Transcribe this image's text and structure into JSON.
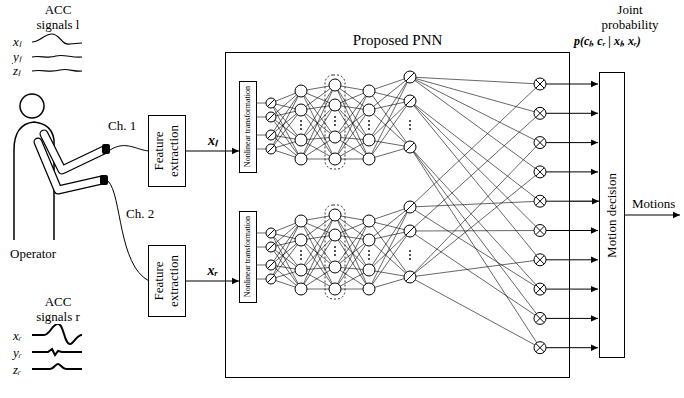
{
  "diagram": {
    "nodes": [
      {
        "text": [
          "Feature extraction"
        ]
      },
      {
        "text": [
          "Feature extraction"
        ]
      },
      {
        "text": [
          "Proposed PNN"
        ]
      },
      {
        "text": [
          "Nonlinear transformation"
        ],
        "in": 2
      },
      {
        "text": [
          "Nonlinear transformation"
        ],
        "in": 2
      },
      {
        "text": [
          "Motion decision"
        ]
      }
    ],
    "edges": [
      {
        "from": 0,
        "to": 3,
        "arrow": "to",
        "label": "xₗ"
      },
      {
        "from": 1,
        "to": 4,
        "arrow": "to",
        "label": "xᵣ"
      },
      {
        "from": 2,
        "to": 5,
        "arrow": "to"
      }
    ],
    "labels": [
      "ACC signals l",
      "xₗ",
      "yₗ",
      "zₗ",
      "Operator",
      "Ch. 1",
      "Ch. 2",
      "ACC signals r",
      "xᵣ",
      "yᵣ",
      "zᵣ",
      "Joint probability",
      "p(cₗ, cᵣ | xₗ, xᵣ)",
      "Motions"
    ]
  }
}
